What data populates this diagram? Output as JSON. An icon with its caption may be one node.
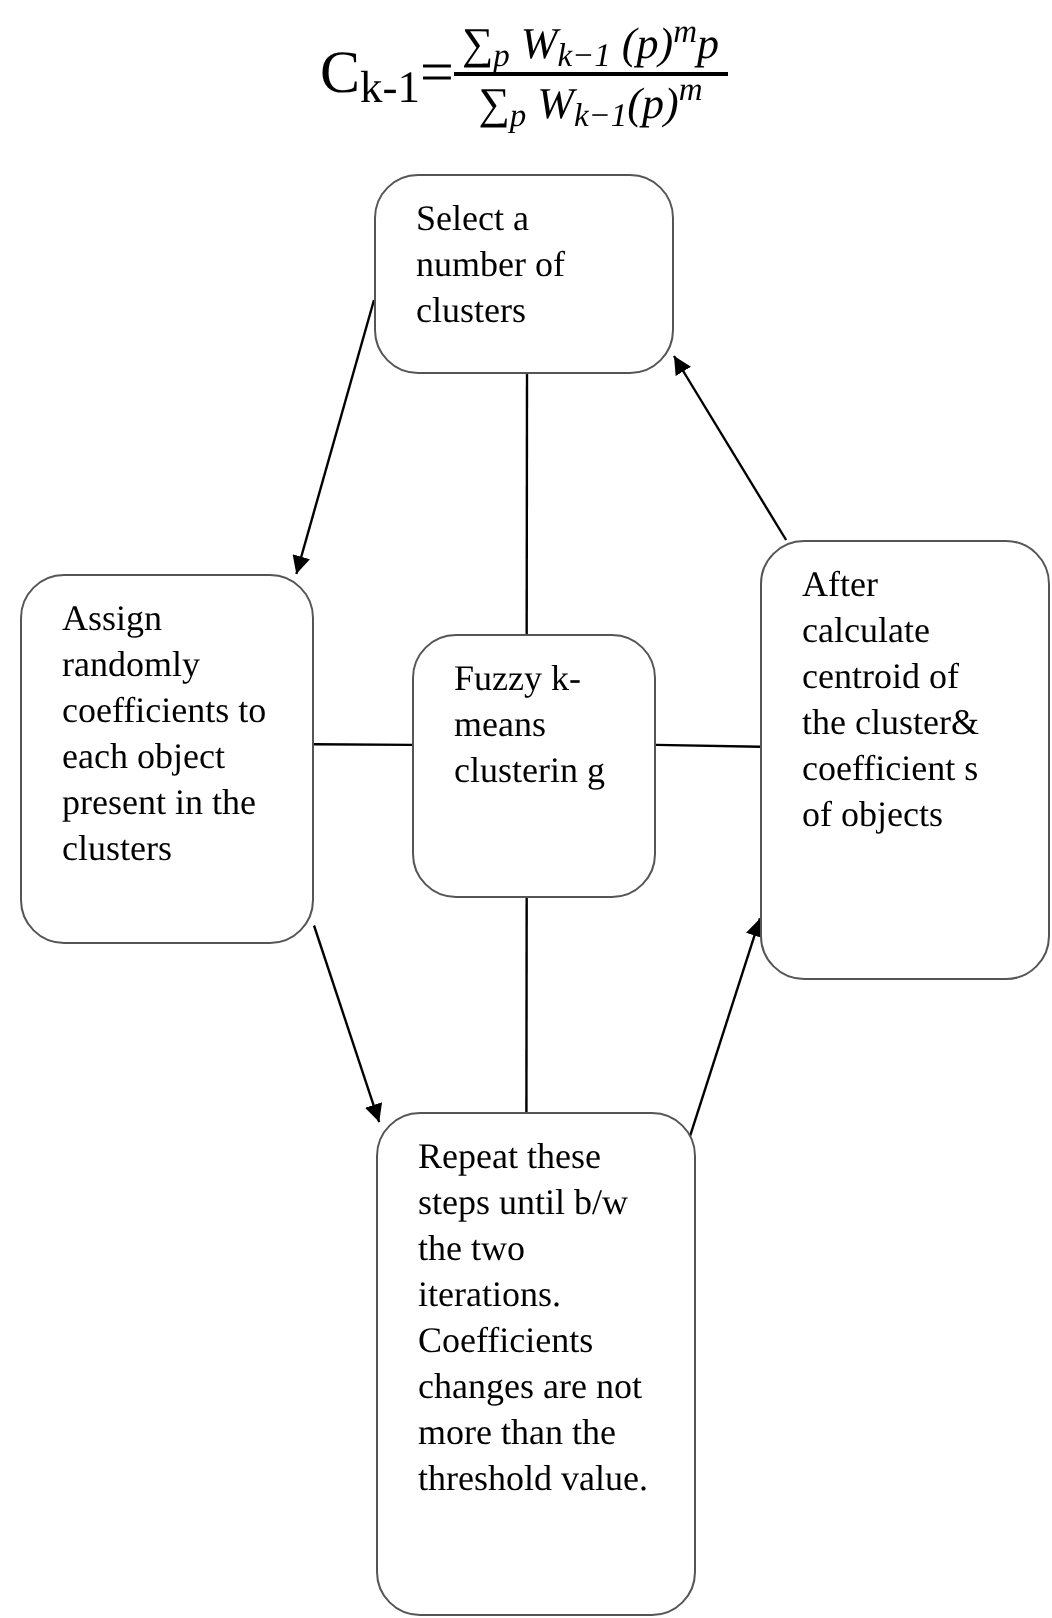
{
  "diagram": {
    "nodes": [
      {
        "text": [
          "Select a number of clusters"
        ]
      },
      {
        "text": [
          "Assign randomly coefficients to each object present in the clusters"
        ]
      },
      {
        "text": [
          "Fuzzy k- means clusterin g"
        ]
      },
      {
        "text": [
          "After calculate centroid of the cluster& coefficient s of objects"
        ]
      },
      {
        "text": [
          "Repeat these steps until b/w the two iterations. Coefficients changes are not more than the threshold value."
        ]
      }
    ],
    "edges": [
      {
        "from": 0,
        "to": 1,
        "arrow": "to"
      },
      {
        "from": 1,
        "to": 4,
        "arrow": "to"
      },
      {
        "from": 4,
        "to": 3,
        "arrow": "to"
      },
      {
        "from": 3,
        "to": 0,
        "arrow": "to"
      },
      {
        "from": 2,
        "to": 0,
        "arrow": "none"
      },
      {
        "from": 2,
        "to": 1,
        "arrow": "none"
      },
      {
        "from": 2,
        "to": 3,
        "arrow": "none"
      },
      {
        "from": 2,
        "to": 4,
        "arrow": "none"
      }
    ],
    "labels": [
      "C$_{k-1}$=",
      "∑$_{p}$ W$_{k−1}$ (p)$^{m}$p",
      "∑$_{p}$ W$_{k−1}$(p)$^{m}$"
    ]
  }
}
